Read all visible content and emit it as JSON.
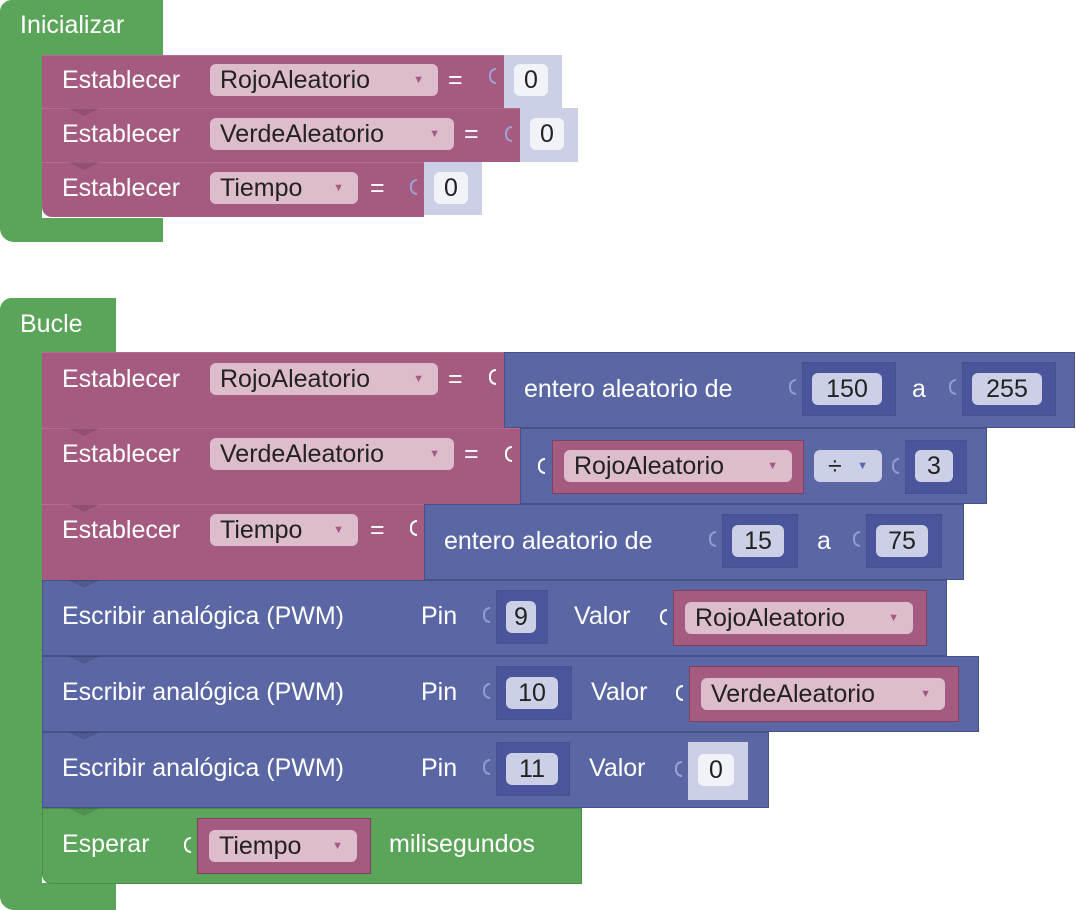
{
  "init": {
    "title": "Inicializar",
    "rows": [
      {
        "action": "Establecer",
        "variable": "RojoAleatorio",
        "eq": "=",
        "value": "0"
      },
      {
        "action": "Establecer",
        "variable": "VerdeAleatorio",
        "eq": "=",
        "value": "0"
      },
      {
        "action": "Establecer",
        "variable": "Tiempo",
        "eq": "=",
        "value": "0"
      }
    ]
  },
  "loop": {
    "title": "Bucle",
    "set_red": {
      "action": "Establecer",
      "variable": "RojoAleatorio",
      "eq": "=",
      "func": "entero aleatorio de",
      "from": "150",
      "to_word": "a",
      "to": "255"
    },
    "set_green": {
      "action": "Establecer",
      "variable": "VerdeAleatorio",
      "eq": "=",
      "operand": "RojoAleatorio",
      "operator": "÷",
      "divisor": "3"
    },
    "set_time": {
      "action": "Establecer",
      "variable": "Tiempo",
      "eq": "=",
      "func": "entero aleatorio de",
      "from": "15",
      "to_word": "a",
      "to": "75"
    },
    "pwm": [
      {
        "label": "Escribir analógica (PWM)",
        "pin_label": "Pin",
        "pin": "9",
        "value_label": "Valor",
        "value": "RojoAleatorio"
      },
      {
        "label": "Escribir analógica (PWM)",
        "pin_label": "Pin",
        "pin": "10",
        "value_label": "Valor",
        "value": "VerdeAleatorio"
      },
      {
        "label": "Escribir analógica (PWM)",
        "pin_label": "Pin",
        "pin": "11",
        "value_label": "Valor",
        "value": "0"
      }
    ],
    "wait": {
      "label": "Esperar",
      "variable": "Tiempo",
      "unit": "milisegundos"
    }
  },
  "icons": {
    "dropdown": "dropdown-triangle-icon"
  },
  "colors": {
    "event": "#5ba55b",
    "variable": "#a55b80",
    "math": "#5b67a5",
    "number_slot": "#ccd0e6"
  }
}
